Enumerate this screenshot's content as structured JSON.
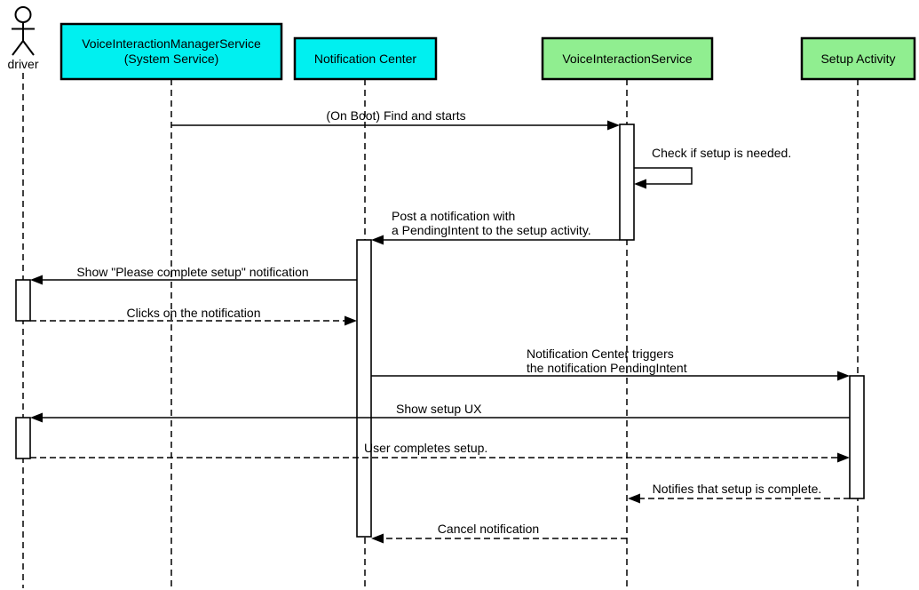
{
  "diagram_type": "uml-sequence-diagram",
  "colors": {
    "participant_cyan": "#00F0F0",
    "participant_green": "#90EE90",
    "line_color": "#000000",
    "background": "#FFFFFF"
  },
  "participants": {
    "driver": {
      "label": "driver",
      "kind": "actor"
    },
    "manager_service": {
      "line1": "VoiceInteractionManagerService",
      "line2": "(System Service)",
      "kind": "system-service"
    },
    "notification_center": {
      "label": "Notification Center",
      "kind": "system-service"
    },
    "voice_interaction_service": {
      "label": "VoiceInteractionService",
      "kind": "app-component"
    },
    "setup_activity": {
      "label": "Setup Activity",
      "kind": "app-component"
    }
  },
  "messages": {
    "on_boot": "(On Boot) Find and starts",
    "check_setup": "Check if setup is needed.",
    "post_notification_line1": "Post a notification with",
    "post_notification_line2": "a PendingIntent to the setup activity.",
    "show_notification": "Show \"Please complete setup\" notification",
    "clicks_notification": "Clicks on the notification",
    "trigger_line1": "Notification Center triggers",
    "trigger_line2": "the notification PendingIntent",
    "show_setup_ux": "Show setup UX",
    "user_completes": "User completes setup.",
    "notifies_complete": "Notifies that setup is complete.",
    "cancel_notification": "Cancel notification"
  }
}
